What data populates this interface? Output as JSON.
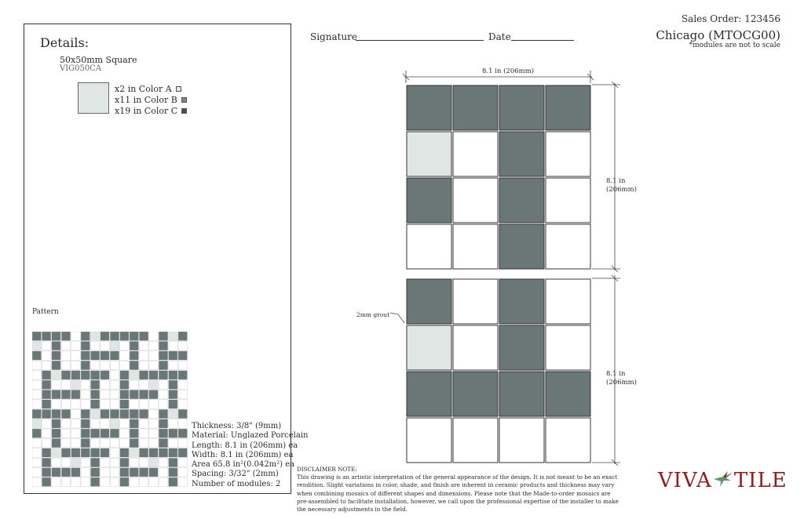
{
  "details": {
    "title": "Details:",
    "module_name": "50x50mm Square",
    "module_code": "VIG050CA",
    "colors": [
      {
        "label": "x2 in Color  A",
        "hex": "#dfe6e4"
      },
      {
        "label": "x11 in Color B",
        "hex": "#7b8786"
      },
      {
        "label": "x19 in Color C",
        "hex": "#4a4f4f"
      }
    ],
    "pattern_label": "Pattern",
    "specs": [
      "Thickness: 3/8\" (9mm)",
      "Material: Unglazed Porcelain",
      "Length: 8.1 in (206mm) ea",
      "Width: 8.1 in (206mm) ea",
      "Area 65.8 in²(0.042m²) ea",
      "Spacing: 3/32\" (2mm)",
      "Number of modules: 2"
    ]
  },
  "header": {
    "sales_order": "Sales Order: 123456",
    "product_title": "Chicago (MTOCG00)",
    "scale_note": "*modules are not to scale",
    "signature_label": "Signature",
    "date_label": "Date"
  },
  "drawing": {
    "top_dimension": "8.1 in (206mm)",
    "side_dimension_1": "8.1 in\n(206mm)",
    "side_dimension_2": "8.1 in\n(206mm)",
    "grout_label": "2mm grout",
    "tile_colors": {
      "A": "#dfe6e4",
      "B": "#6b7777",
      "W": "#ffffff"
    },
    "module_1": [
      [
        "B",
        "B",
        "B",
        "B"
      ],
      [
        "A",
        "W",
        "B",
        "W"
      ],
      [
        "B",
        "W",
        "B",
        "W"
      ],
      [
        "W",
        "W",
        "B",
        "W"
      ]
    ],
    "module_2": [
      [
        "B",
        "W",
        "B",
        "W"
      ],
      [
        "A",
        "W",
        "B",
        "W"
      ],
      [
        "B",
        "B",
        "B",
        "B"
      ],
      [
        "W",
        "W",
        "W",
        "W"
      ]
    ]
  },
  "disclaimer": {
    "title": "DISCLAIMER NOTE:",
    "lines": [
      "This drawing is an artistic interpretation of the general appearance of the design. It is not meant to be an exact",
      "rendition.  Slight variations in color, shade, and finish are inherent in ceramic products and thickness may vary",
      "when combining mosaics of different shapes and dimensions.  Please note that the Made-to-order mosaics are",
      "pre-assembled to facilitate installation, however, we call upon the professional expertise of the installer to make",
      "the necessary adjustments in the field."
    ]
  },
  "logo": {
    "left": "VIVA",
    "right": "TILE"
  }
}
